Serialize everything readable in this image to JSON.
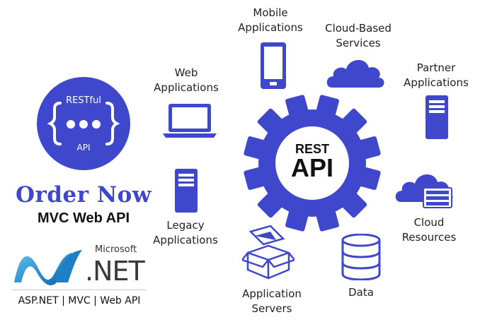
{
  "colors": {
    "accent": "#3f48cc",
    "icon_fill": "#3f48cc",
    "text": "#222222"
  },
  "restful_badge": {
    "top": "RESTful",
    "bottom": "API"
  },
  "promo": {
    "order_now": "Order Now",
    "subtitle": "MVC Web API"
  },
  "dotnet": {
    "microsoft": "Microsoft",
    "net": ".NET",
    "footer": "ASP.NET | MVC | Web API"
  },
  "hub": {
    "line1": "REST",
    "line2": "API",
    "icon": "gear-icon"
  },
  "nodes": {
    "mobile": {
      "line1": "Mobile",
      "line2": "Applications",
      "icon": "mobile-phone-icon"
    },
    "cloud_services": {
      "line1": "Cloud-Based",
      "line2": "Services",
      "icon": "cloud-icon"
    },
    "web": {
      "line1": "Web",
      "line2": "Applications",
      "icon": "laptop-icon"
    },
    "partner": {
      "line1": "Partner",
      "line2": "Applications",
      "icon": "server-icon"
    },
    "legacy": {
      "line1": "Legacy",
      "line2": "Applications",
      "icon": "server-icon"
    },
    "cloud_resources": {
      "line1": "Cloud",
      "line2": "Resources",
      "icon": "cloud-server-icon"
    },
    "app_servers": {
      "line1": "Application",
      "line2": "Servers",
      "icon": "open-box-icon"
    },
    "data": {
      "line1": "Data",
      "icon": "database-icon"
    }
  }
}
